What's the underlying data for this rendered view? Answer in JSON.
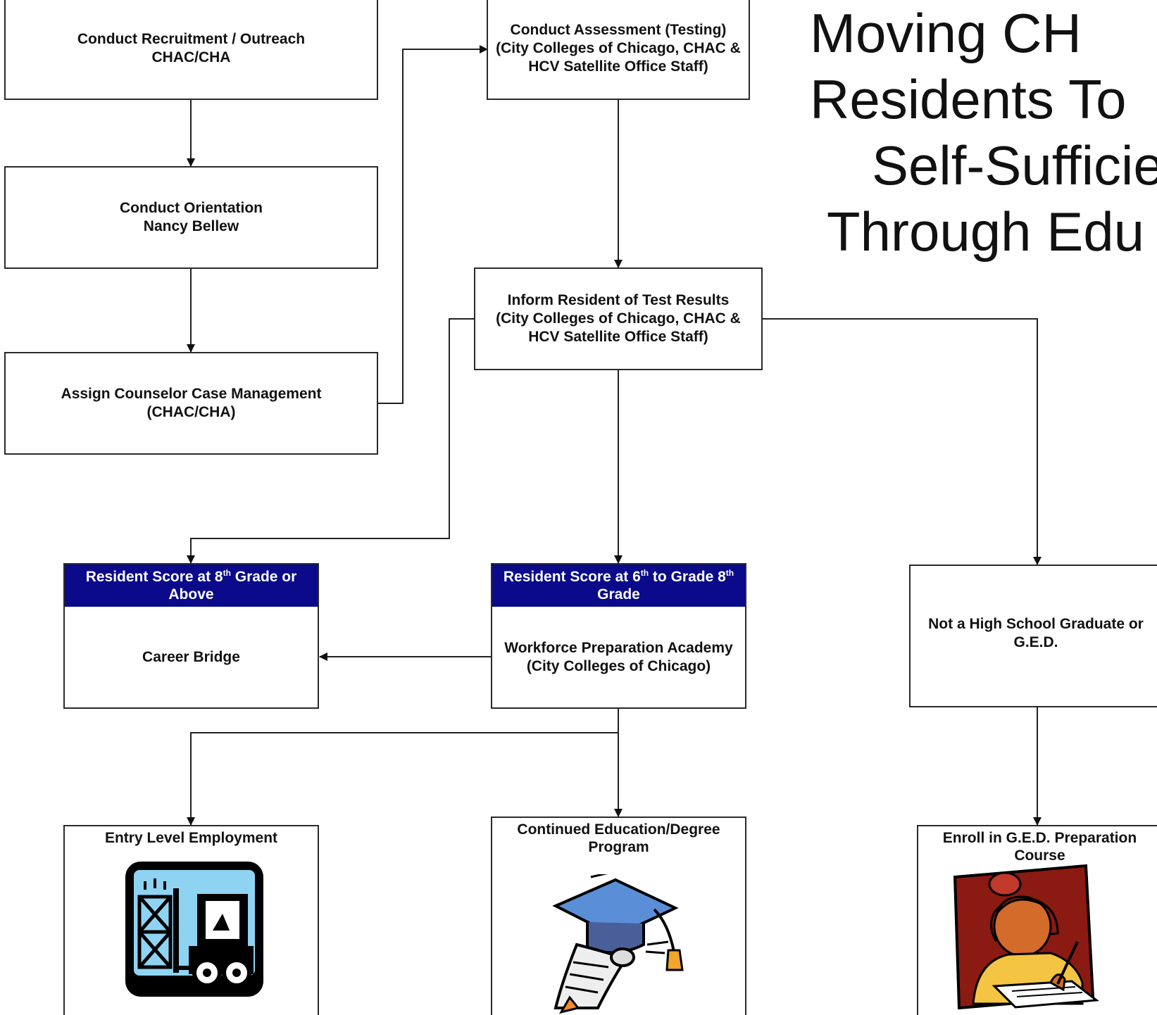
{
  "title": {
    "line1": "Moving CH",
    "line2": "Residents To",
    "line3": "Self-Sufficie",
    "line4": "Through Edu"
  },
  "nodes": {
    "recruit": "Conduct Recruitment / Outreach\nCHAC/CHA",
    "orientation": "Conduct Orientation\nNancy Bellew",
    "counselor": "Assign Counselor Case Management\n(CHAC/CHA)",
    "assessment": "Conduct Assessment (Testing)\n(City Colleges of Chicago, CHAC &\nHCV Satellite Office Staff)",
    "inform": "Inform Resident of Test Results\n(City Colleges of Chicago, CHAC &\nHCV Satellite Office Staff)",
    "score8_head_a": "Resident Score at 8",
    "score8_sup": "th",
    "score8_head_b": " Grade or",
    "score8_head_c": "Above",
    "career": "Career Bridge",
    "score6_head_a": "Resident Score at 6",
    "score6_sup_a": "th",
    "score6_head_b": " to Grade 8",
    "score6_sup_b": "th",
    "score6_head_c": "Grade",
    "workforce": "Workforce Preparation Academy\n(City Colleges of Chicago)",
    "not_grad": "Not a High School Graduate or\nG.E.D.",
    "entry": "Entry Level Employment",
    "continued": "Continued Education/Degree\nProgram",
    "ged": "Enroll in G.E.D. Preparation\nCourse"
  },
  "icons": {
    "entry": "forklift-icon",
    "continued": "graduation-cap-diploma-icon",
    "ged": "student-writing-icon"
  },
  "colors": {
    "header_bar": "#0a0a8a",
    "forklift_bg": "#8fd3f3",
    "cap": "#5a8fd8",
    "ged_bg": "#8b1a12",
    "ged_shirt": "#f4c542"
  }
}
